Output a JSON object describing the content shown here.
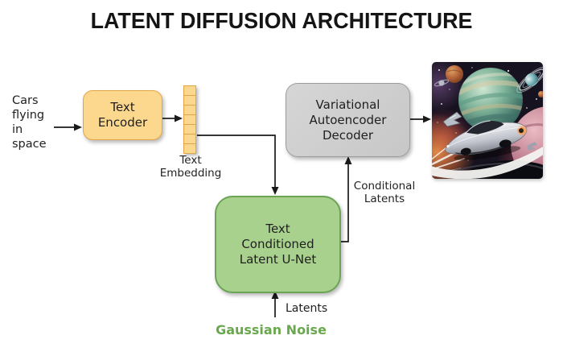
{
  "title": "LATENT DIFFUSION ARCHITECTURE",
  "prompt": {
    "text": "Cars flying in space"
  },
  "nodes": {
    "text_encoder": {
      "label": "Text Encoder"
    },
    "text_embedding": {
      "label": "Text Embedding",
      "cells": 7
    },
    "vae_decoder": {
      "label": "Variational Autoencoder Decoder"
    },
    "latent_unet": {
      "label": "Text Conditioned Latent U-Net"
    }
  },
  "labels": {
    "conditional_latents": "Conditional Latents",
    "latents": "Latents",
    "gaussian_noise": "Gaussian Noise"
  },
  "output_image": {
    "description": "AI-generated picture of a futuristic car flying in space among planets"
  },
  "colors": {
    "encoder_fill": "#FBD88E",
    "encoder_border": "#E2A646",
    "unet_fill": "#A9D18E",
    "unet_border": "#6BA455",
    "vae_fill": "#C7C7C7",
    "vae_border": "#9C9C9C",
    "gaussian_noise_text": "#6AA84F",
    "line": "#1A1A1A"
  }
}
